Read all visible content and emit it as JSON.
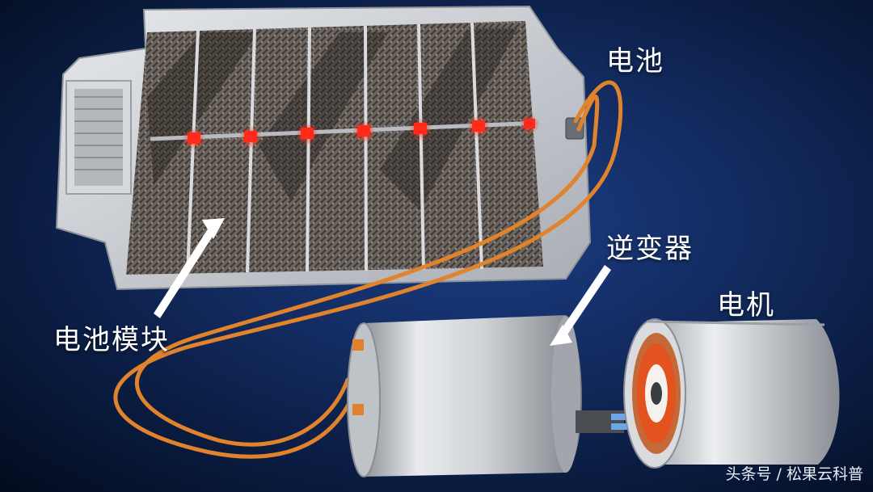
{
  "labels": {
    "battery": "电池",
    "battery_module": "电池模块",
    "inverter": "逆变器",
    "motor": "电机"
  },
  "watermark": "头条号 / 松果云科普",
  "colors": {
    "background": "#0b1e48",
    "cable": "#e0832c",
    "connector_glow": "#ff2a1a",
    "motor_rotor": "#e2531f",
    "housing": "#c9ccd1"
  },
  "battery_modules": 7
}
